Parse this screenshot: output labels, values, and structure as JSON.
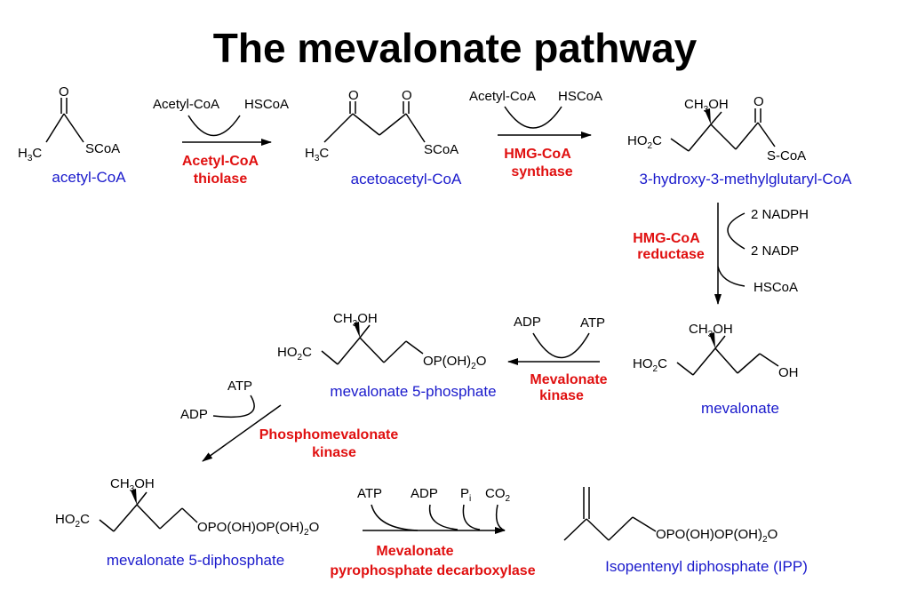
{
  "title": "The mevalonate pathway",
  "colors": {
    "name": "#1a1acc",
    "enzyme": "#e01010",
    "text": "#000000"
  },
  "compounds": {
    "acetyl_coa": {
      "name": "acetyl-CoA",
      "O": "O",
      "S": "SCoA",
      "H3C": "H"
    },
    "acetoacetyl_coa": {
      "name": "acetoacetyl-CoA",
      "O1": "O",
      "O2": "O",
      "S": "SCoA"
    },
    "hmg_coa": {
      "name": "3-hydroxy-3-methylglutaryl-CoA",
      "O": "O",
      "OH": "OH",
      "S": "S-CoA"
    },
    "mevalonate": {
      "name": "mevalonate",
      "OH": "OH"
    },
    "mev5p": {
      "name": "mevalonate 5-phosphate",
      "O": "O",
      "OP": "OP(OH)"
    },
    "mev5pp": {
      "name": "mevalonate 5-diphosphate",
      "O": "O",
      "OPO": "OPO(OH)OP(OH)"
    },
    "ipp": {
      "name": "Isopentenyl  diphosphate  (IPP)",
      "OPO": "OPO(OH)OP(OH)",
      "O": "O"
    }
  },
  "enzymes": {
    "thiolase_1": "Acetyl-CoA",
    "thiolase_2": "thiolase",
    "hmgs_1": "HMG-CoA",
    "hmgs_2": "synthase",
    "hmgr_1": "HMG-CoA",
    "hmgr_2": "reductase",
    "mk_1": "Mevalonate",
    "mk_2": "kinase",
    "pmk_1": "Phosphomevalonate",
    "pmk_2": "kinase",
    "mpd_1": "Mevalonate",
    "mpd_2": "pyrophosphate  decarboxylase"
  },
  "cofactors": {
    "s1_in": "Acetyl-CoA",
    "s1_out": "HSCoA",
    "s2_in": "Acetyl-CoA",
    "s2_out": "HSCoA",
    "s3_a": "2  NADPH",
    "s3_b": "2  NADP",
    "s3_c": "HSCoA",
    "s4_in": "ATP",
    "s4_out": "ADP",
    "s5_in": "ATP",
    "s5_out": "ADP",
    "s6_a": "ATP",
    "s6_b": "ADP",
    "s6_c": "P",
    "s6_c_sub": "i",
    "s6_d": "CO"
  },
  "groups": {
    "ch3": "CH",
    "ho2c": "HO",
    "c": "C",
    "h3c_tail": "C",
    "sub2": "2",
    "sub3": "3"
  }
}
